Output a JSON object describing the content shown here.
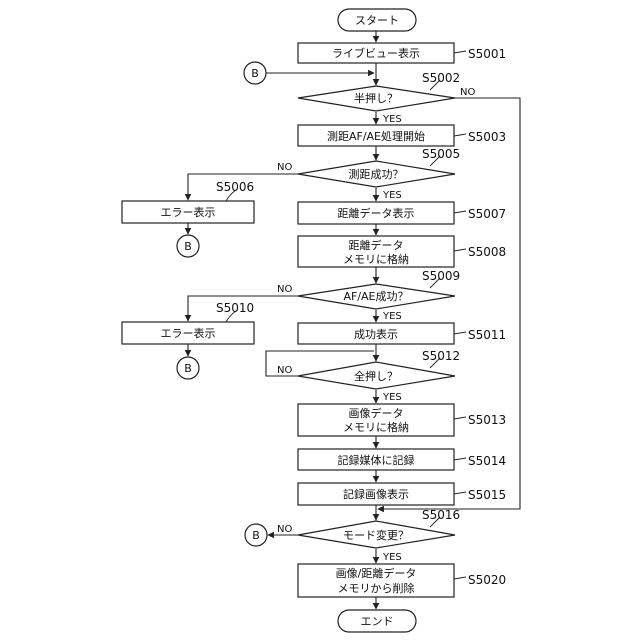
{
  "terminals": {
    "start": "スタート",
    "end": "エンド"
  },
  "connector": "B",
  "branch": {
    "yes": "YES",
    "no": "NO"
  },
  "processes": {
    "p5001": {
      "label": "ライブビュー表示",
      "step": "S5001"
    },
    "p5003": {
      "label": "測距AF/AE処理開始",
      "step": "S5003"
    },
    "p5006": {
      "label": "エラー表示",
      "step": "S5006"
    },
    "p5007": {
      "label": "距離データ表示",
      "step": "S5007"
    },
    "p5008": {
      "line1": "距離データ",
      "line2": "メモリに格納",
      "step": "S5008"
    },
    "p5010": {
      "label": "エラー表示",
      "step": "S5010"
    },
    "p5011": {
      "label": "成功表示",
      "step": "S5011"
    },
    "p5013": {
      "line1": "画像データ",
      "line2": "メモリに格納",
      "step": "S5013"
    },
    "p5014": {
      "label": "記録媒体に記録",
      "step": "S5014"
    },
    "p5015": {
      "label": "記録画像表示",
      "step": "S5015"
    },
    "p5020": {
      "line1": "画像/距離データ",
      "line2": "メモリから削除",
      "step": "S5020"
    }
  },
  "decisions": {
    "d5002": {
      "label": "半押し？",
      "step": "S5002"
    },
    "d5005": {
      "label": "測距成功？",
      "step": "S5005"
    },
    "d5009": {
      "label": "AF/AE成功？",
      "step": "S5009"
    },
    "d5012": {
      "label": "全押し？",
      "step": "S5012"
    },
    "d5016": {
      "label": "モード変更？",
      "step": "S5016"
    }
  }
}
